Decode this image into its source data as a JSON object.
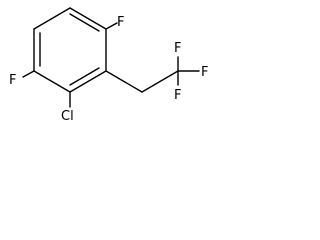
{
  "molecule": {
    "atoms": {
      "f_top": "F",
      "f_left": "F",
      "cl": "Cl",
      "f_cf3_top": "F",
      "f_cf3_right": "F",
      "f_cf3_bottom": "F"
    }
  }
}
